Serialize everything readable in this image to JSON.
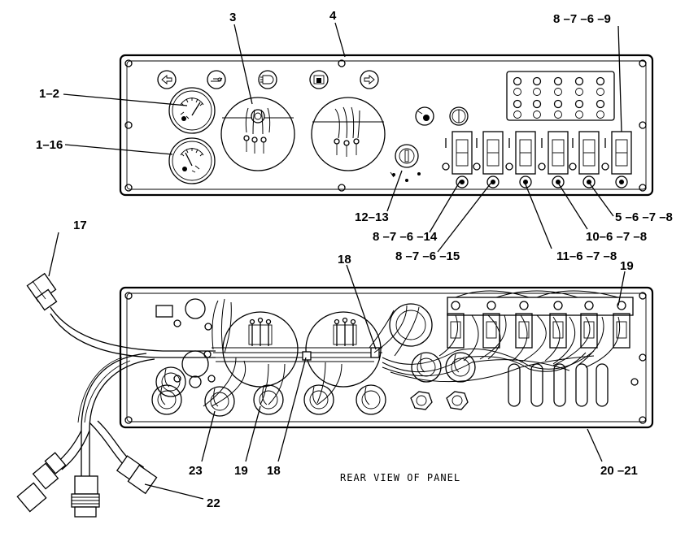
{
  "callouts": {
    "c_1_2": "1–2",
    "c_1_16": "1–16",
    "c_3": "3",
    "c_4": "4",
    "c_8_7_6_9": "8 –7 –6 –9",
    "c_12_13": "12–13",
    "c_8_7_6_14": "8 –7 –6 –14",
    "c_8_7_6_15": "8 –7 –6 –15",
    "c_11_6_7_8": "11–6 –7 –8",
    "c_10_6_7_8": "10–6 –7 –8",
    "c_5_6_7_8": "5 –6 –7 –8",
    "c_17": "17",
    "c_18_top": "18",
    "c_19_top": "19",
    "c_23": "23",
    "c_19_bottom": "19",
    "c_18_bottom": "18",
    "c_20_21": "20 –21",
    "c_22": "22"
  },
  "caption": "REAR VIEW OF PANEL"
}
